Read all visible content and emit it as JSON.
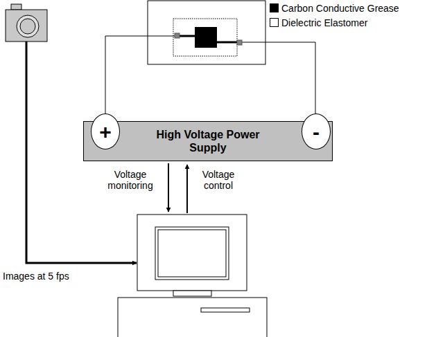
{
  "diagram": {
    "nodes": [
      {
        "text": [
          "High Voltage Power Supply"
        ]
      },
      {
        "text": [
          "+"
        ],
        "in": 0
      },
      {
        "text": [
          "-"
        ],
        "in": 0
      }
    ],
    "labels": [
      "Voltage monitoring",
      "Voltage control",
      "Images at 5 fps"
    ],
    "legend": [
      {
        "text": "Carbon Conductive Grease",
        "color": "#000000"
      },
      {
        "text": "Dielectric Elastomer",
        "color": "#ffffff"
      }
    ]
  }
}
